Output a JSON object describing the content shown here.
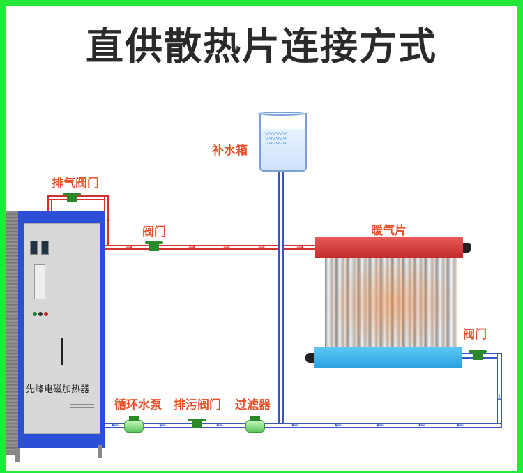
{
  "title": "直供散热片连接方式",
  "labels": {
    "exhaust_valve": "排气阀门",
    "valve_supply": "阀门",
    "water_tank": "补水箱",
    "radiator": "暖气片",
    "valve_return": "阀门",
    "circulation_pump": "循环水泵",
    "drain_valve": "排污阀门",
    "filter": "过滤器"
  },
  "heater": {
    "name": "先峰电磁加热器"
  },
  "colors": {
    "hot_pipe": "#d83030",
    "cold_pipe": "#3a55c8",
    "border": "#22e83a",
    "label": "#e8502a"
  }
}
